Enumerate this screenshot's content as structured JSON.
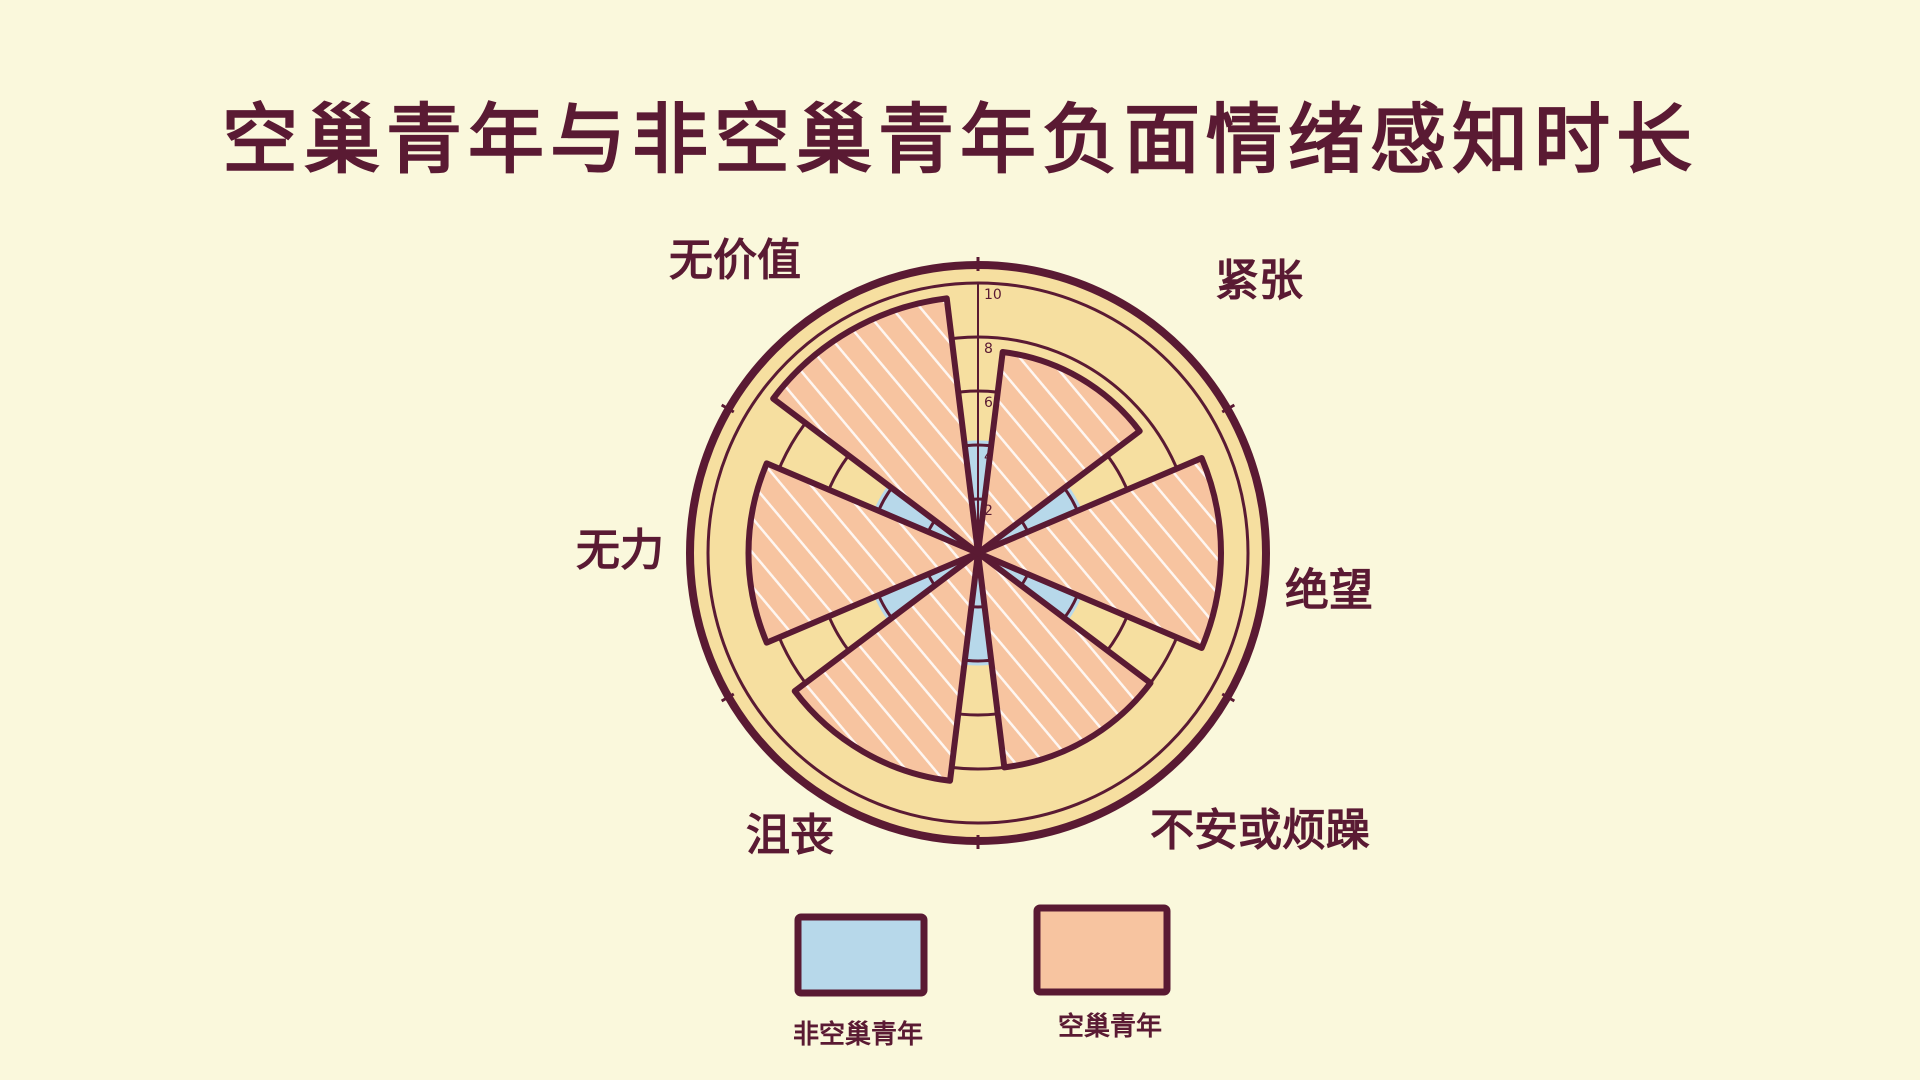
{
  "chart_data": {
    "type": "polar-area",
    "title": "空巢青年与非空巢青年负面情绪感知时长",
    "categories": [
      "紧张",
      "绝望",
      "不安或烦躁",
      "沮丧",
      "无力",
      "无价值"
    ],
    "series": [
      {
        "name": "非空巢青年",
        "values": [
          3.5,
          3.5,
          3.5,
          3.5,
          3.5,
          3.5
        ],
        "color": "#b7d8ea"
      },
      {
        "name": "空巢青年",
        "values": [
          7.5,
          9,
          8,
          8.5,
          8.5,
          9.5
        ],
        "color": "#f7c4a0"
      }
    ],
    "rlim": [
      0,
      10
    ],
    "rticks": [
      "2",
      "4",
      "6",
      "8",
      "10"
    ],
    "grid": true,
    "colors": {
      "background": "#faf8dc",
      "outline": "#5a1a33",
      "ring": "#f6dfa0"
    }
  }
}
